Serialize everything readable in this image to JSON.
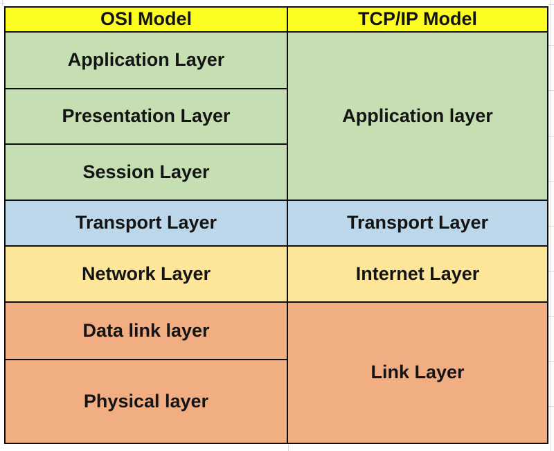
{
  "diagram": {
    "title": "OSI Model vs TCP/IP Model comparison table",
    "colors": {
      "header_bg": "#fdfd22",
      "application_group_bg": "#c5dfb3",
      "transport_bg": "#bdd7ea",
      "network_bg": "#fde699",
      "link_group_bg": "#f1ae83",
      "border": "#0d0d0d",
      "sheet_gridline": "#d9d9d9"
    },
    "cells": {
      "header_osi": "OSI Model",
      "header_tcpip": "TCP/IP Model",
      "osi_application": "Application Layer",
      "osi_presentation": "Presentation Layer",
      "osi_session": "Session Layer",
      "osi_transport": "Transport Layer",
      "osi_network": "Network Layer",
      "osi_datalink": "Data link layer",
      "osi_physical": "Physical layer",
      "tcpip_application": "Application layer",
      "tcpip_transport": "Transport Layer",
      "tcpip_internet": "Internet Layer",
      "tcpip_link": "Link Layer"
    }
  }
}
